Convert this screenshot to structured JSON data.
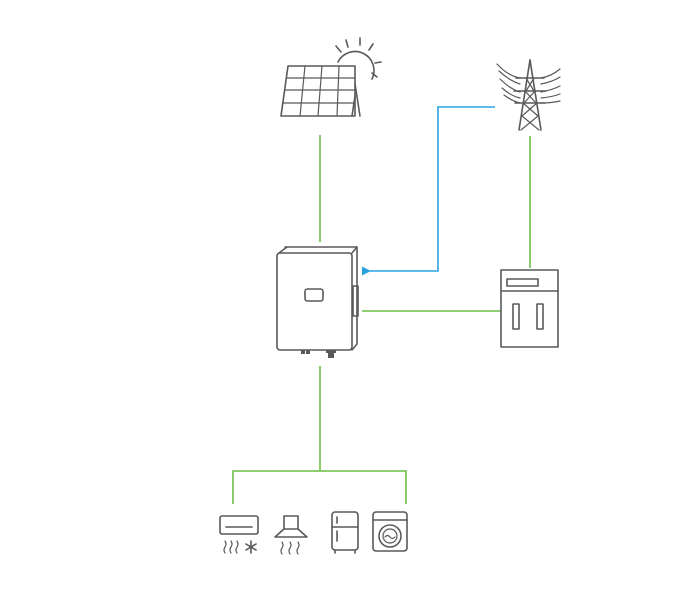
{
  "colors": {
    "power_line": "#6cbd45",
    "grid_signal_line": "#29a3e0",
    "icon_stroke": "#58595b",
    "background": "#ffffff"
  },
  "nodes": [
    {
      "id": "solar-panel",
      "icon": "solar-panel-with-sun-icon"
    },
    {
      "id": "power-grid",
      "icon": "transmission-tower-icon"
    },
    {
      "id": "inverter",
      "icon": "hybrid-inverter-icon"
    },
    {
      "id": "battery",
      "icon": "battery-cabinet-icon"
    },
    {
      "id": "loads",
      "icons": [
        "air-conditioner-icon",
        "range-hood-icon",
        "refrigerator-icon",
        "washing-machine-icon"
      ]
    }
  ],
  "connections": [
    {
      "from": "solar-panel",
      "to": "inverter",
      "kind": "power"
    },
    {
      "from": "power-grid",
      "to": "battery",
      "kind": "power"
    },
    {
      "from": "power-grid",
      "to": "inverter",
      "kind": "grid-signal",
      "arrow": "into-inverter"
    },
    {
      "from": "battery",
      "to": "inverter",
      "kind": "power"
    },
    {
      "from": "inverter",
      "to": "loads",
      "kind": "power"
    }
  ]
}
